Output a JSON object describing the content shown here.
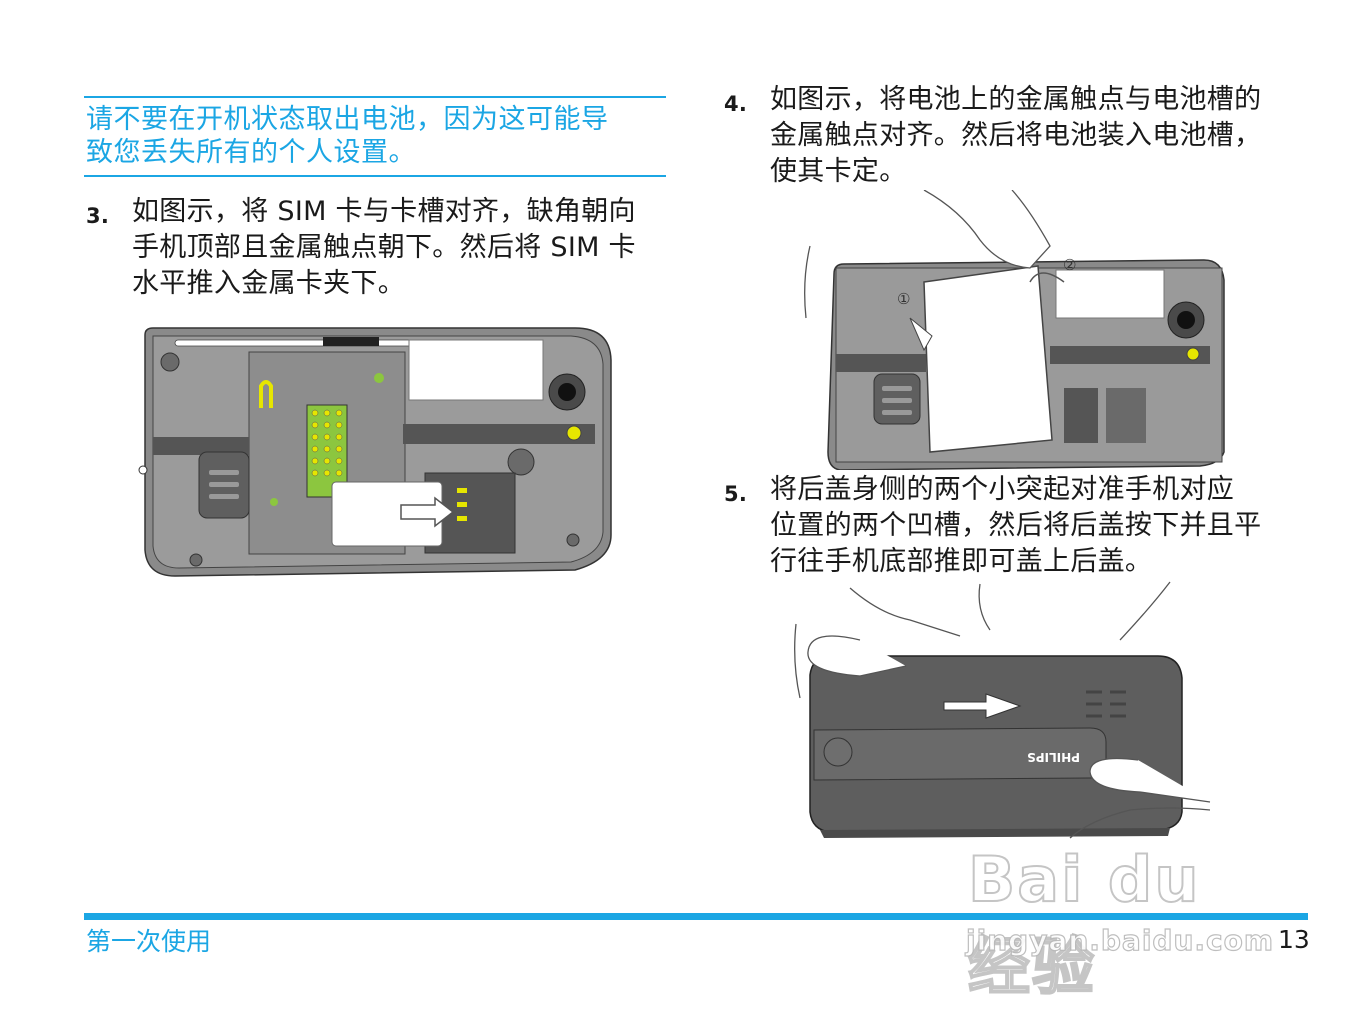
{
  "warning": {
    "line1": "请不要在开机状态取出电池，因为这可能导",
    "line2": "致您丢失所有的个人设置。"
  },
  "steps": [
    {
      "number": "3.",
      "lines": [
        "如图示，将 SIM 卡与卡槽对齐，缺角朝向",
        "手机顶部且金属触点朝下。然后将 SIM 卡",
        "水平推入金属卡夹下。"
      ]
    },
    {
      "number": "4.",
      "lines": [
        "如图示，将电池上的金属触点与电池槽的",
        "金属触点对齐。然后将电池装入电池槽，",
        "使其卡定。"
      ]
    },
    {
      "number": "5.",
      "lines": [
        "将后盖身侧的两个小突起对准手机对应",
        "位置的两个凹槽，然后将后盖按下并且平",
        "行往手机底部推即可盖上后盖。"
      ]
    }
  ],
  "figures": {
    "battery_marker_1": "①",
    "battery_marker_2": "②",
    "cover_brand": "PHILIPS"
  },
  "footer": {
    "section_title": "第一次使用",
    "page_number": "13"
  },
  "watermark": {
    "logo": "Bai du 经验",
    "url": "jingyan.baidu.com"
  },
  "colors": {
    "accent": "#1ba6e4",
    "phone_body": "#8a8a8a",
    "phone_dark": "#595959",
    "contact_green": "#8cc63f",
    "contact_yellow": "#e6e600"
  }
}
